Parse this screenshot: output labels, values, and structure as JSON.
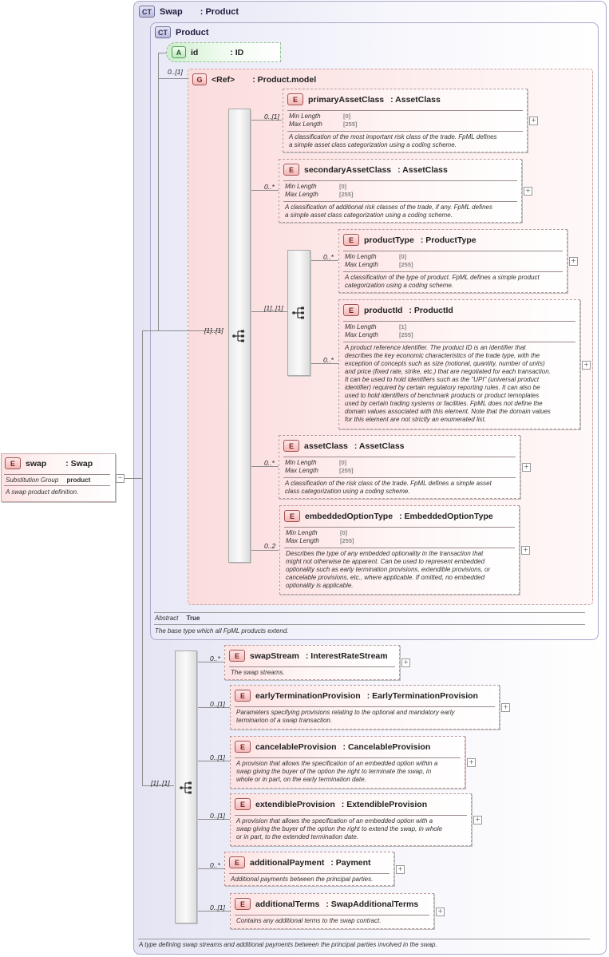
{
  "swap_type": {
    "badge": "CT",
    "name": "Swap",
    "type": ": Product",
    "documentation": "A type defining swap streams and additional payments between the principal parties involved in the swap."
  },
  "product_type": {
    "badge": "CT",
    "name": "Product",
    "abstract_label": "Abstract",
    "abstract_value": "True",
    "documentation": "The base type which all FpML products extend."
  },
  "id_attr": {
    "badge": "A",
    "name": "id",
    "type": ": ID"
  },
  "product_model": {
    "badge": "G",
    "name": "<Ref>",
    "type": ": Product.model",
    "card": "0..[1]"
  },
  "swap_element": {
    "badge": "E",
    "name": "swap",
    "type": ": Swap",
    "sub_label": "Substitution Group",
    "sub_value": "product",
    "documentation": "A swap product definition."
  },
  "facet_labels": {
    "min": "Min Length",
    "max": "Max Length"
  },
  "expand_symbol": "+",
  "collapse_symbol": "−",
  "model_seq_card": "[1]..[1]",
  "inner_seq_card": "[1]..[1]",
  "swap_seq_card": "[1]..[1]",
  "model_elements": [
    {
      "name": "primaryAssetClass",
      "type": ": AssetClass",
      "card": "0..[1]",
      "min": "[0]",
      "max": "[255]",
      "doc": [
        "A classification of the most important risk class of the trade. FpML defines",
        "a simple asset class categorization using a coding scheme."
      ]
    },
    {
      "name": "secondaryAssetClass",
      "type": ": AssetClass",
      "card": "0..*",
      "min": "[0]",
      "max": "[255]",
      "doc": [
        "A classification of additional risk classes of the trade, if any. FpML defines",
        "a simple asset class categorization using a coding scheme."
      ]
    },
    {
      "name": "assetClass",
      "type": ": AssetClass",
      "card": "0..*",
      "min": "[0]",
      "max": "[255]",
      "doc": [
        "A classification of the risk class of the trade. FpML defines a simple asset",
        "class categorization using a coding scheme."
      ]
    },
    {
      "name": "embeddedOptionType",
      "type": ": EmbeddedOptionType",
      "card": "0..2",
      "min": "[0]",
      "max": "[255]",
      "doc": [
        "Describes the type of any embedded optionality in the transaction that",
        "might not otherwise be apparent. Can be used to represent embedded",
        "optionality such as early termination provisions, extendible provisions, or",
        "cancelable provisions, etc., where applicable. If omitted, no embedded",
        "optionality is applicable."
      ]
    }
  ],
  "inner_elements": [
    {
      "name": "productType",
      "type": ": ProductType",
      "card": "0..*",
      "min": "[0]",
      "max": "[255]",
      "doc": [
        "A classification of the type of product. FpML defines a simple product",
        "categorization using a coding scheme."
      ]
    },
    {
      "name": "productId",
      "type": ": ProductId",
      "card": "0..*",
      "min": "[1]",
      "max": "[255]",
      "doc": [
        "A product reference identifier. The product ID is an identifier that",
        "describes the key economic characteristics of the trade type, with the",
        "exception of concepts such as size (notional, quantity, number of units)",
        "and price (fixed rate, strike, etc.) that are negotiated for each transaction.",
        "It can be used to hold identifiers such as the \"UPI\" (universal product",
        "identifier) required by certain regulatory reporting rules. It can also be",
        "used to hold identifiers of benchmark products or product temnplates",
        "used by certain trading systems or facilities. FpML does not define the",
        "domain values associated with this element. Note that the domain values",
        "for this element are not strictly an enumerated list."
      ]
    }
  ],
  "swap_elements": [
    {
      "name": "swapStream",
      "type": ": InterestRateStream",
      "card": "0..*",
      "doc": [
        "The swap streams."
      ]
    },
    {
      "name": "earlyTerminationProvision",
      "type": ": EarlyTerminationProvision",
      "card": "0..[1]",
      "doc": [
        "Parameters specifying provisions relating to the optional and mandatory early",
        "terminarion of a swap transaction."
      ]
    },
    {
      "name": "cancelableProvision",
      "type": ": CancelableProvision",
      "card": "0..[1]",
      "doc": [
        "A provision that allows the specification of an embedded option within a",
        "swap giving the buyer of the option the right to terminate the swap, in",
        "whole or in part, on the early termination date."
      ]
    },
    {
      "name": "extendibleProvision",
      "type": ": ExtendibleProvision",
      "card": "0..[1]",
      "doc": [
        "A provision that allows the specification of an embedded option with a",
        "swap giving the buyer of the option the right to extend the swap, in whole",
        "or in part, to the extended termination date."
      ]
    },
    {
      "name": "additionalPayment",
      "type": ": Payment",
      "card": "0..*",
      "doc": [
        "Additional payments between the principal parties."
      ]
    },
    {
      "name": "additionalTerms",
      "type": ": SwapAdditionalTerms",
      "card": "0..[1]",
      "doc": [
        "Contains any additional terms to the swap contract."
      ]
    }
  ],
  "icons": {
    "complex_type": "ct-icon",
    "element": "element-icon",
    "group": "group-icon",
    "attribute": "attribute-icon",
    "sequence": "sequence-icon"
  },
  "colors": {
    "type_frame": "#e4e4f4",
    "group_fill": "#fbdcdc",
    "element_fill": "#fde2e2",
    "attribute_fill": "#e6f7e6",
    "connector": "#8d8d8d"
  }
}
